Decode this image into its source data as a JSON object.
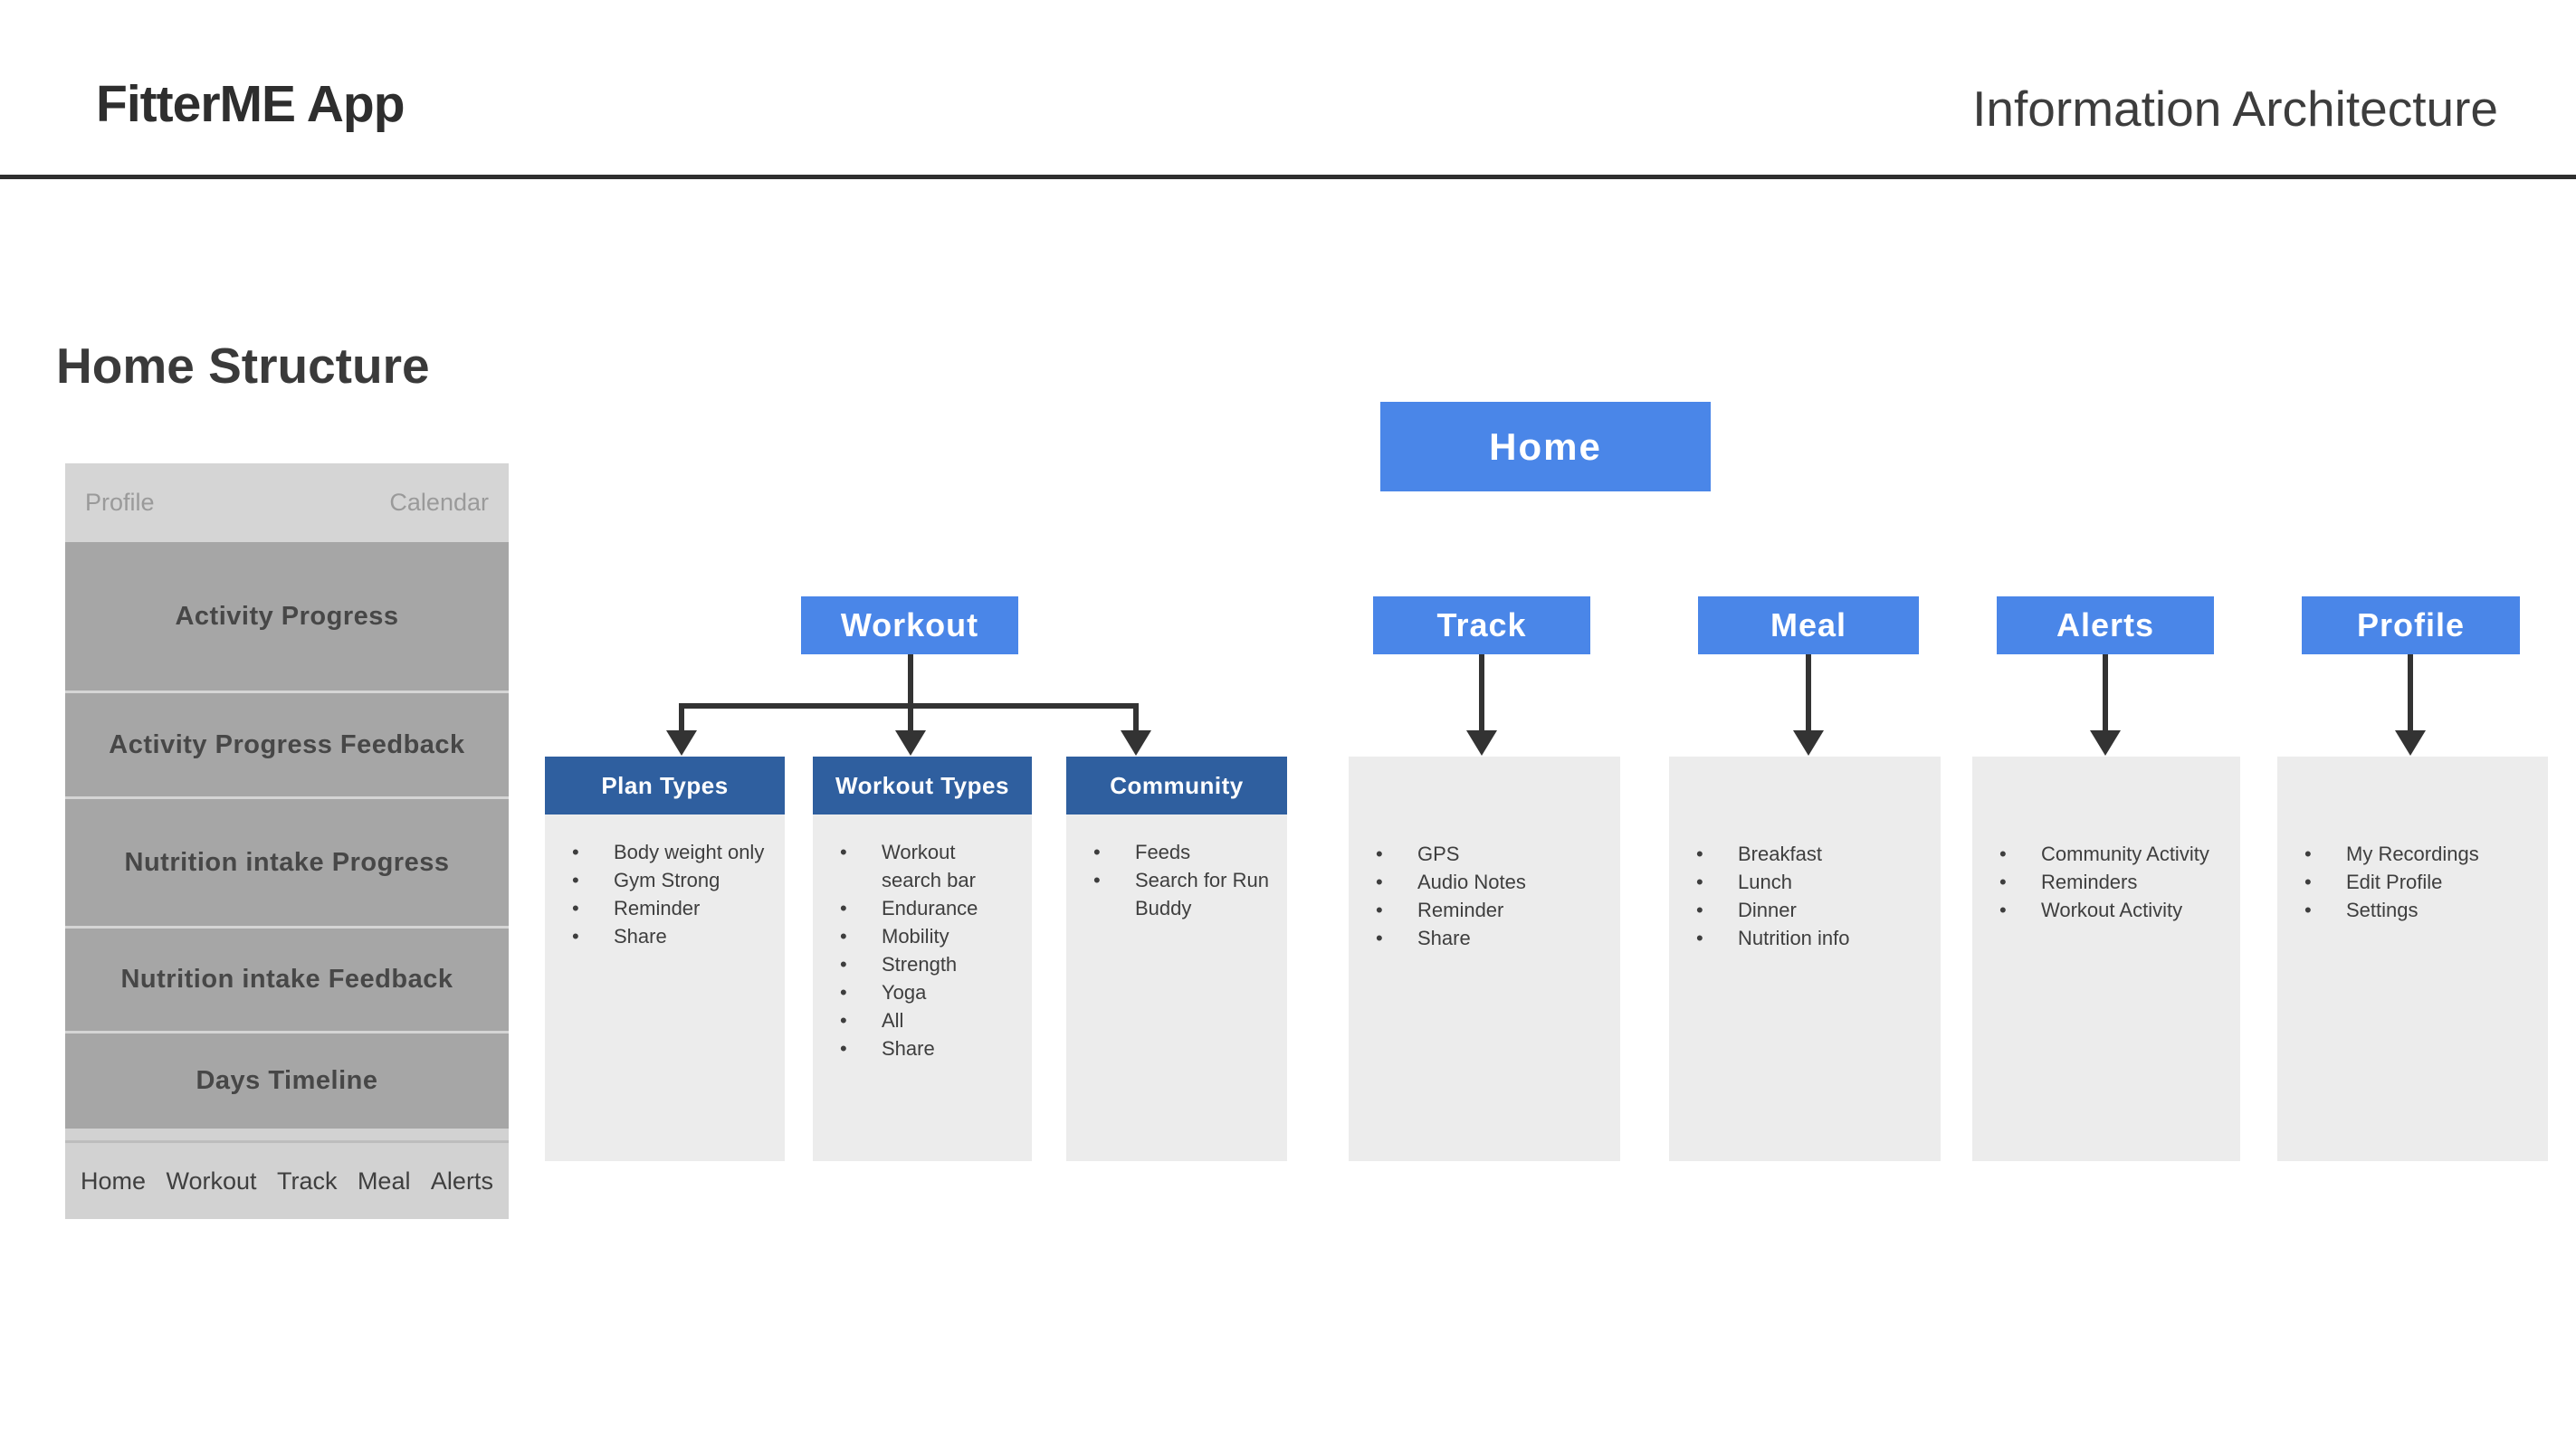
{
  "header": {
    "app_title": "FitterME App",
    "doc_title": "Information Architecture"
  },
  "section": {
    "title": "Home Structure"
  },
  "phone": {
    "top_bar": {
      "left": "Profile",
      "right": "Calendar"
    },
    "rows": [
      "Activity Progress",
      "Activity Progress Feedback",
      "Nutrition intake Progress",
      "Nutrition intake Feedback",
      "Days Timeline"
    ],
    "nav": [
      "Home",
      "Workout",
      "Track",
      "Meal",
      "Alerts"
    ]
  },
  "tree": {
    "root": {
      "label": "Home"
    },
    "workout": {
      "label": "Workout",
      "children": [
        {
          "label": "Plan Types",
          "items": [
            "Body weight only",
            "Gym Strong",
            "Reminder",
            "Share"
          ]
        },
        {
          "label": "Workout Types",
          "items": [
            "Workout search bar",
            "Endurance",
            "Mobility",
            "Strength",
            "Yoga",
            "All",
            "Share"
          ]
        },
        {
          "label": "Community",
          "items": [
            "Feeds",
            "Search for Run Buddy"
          ]
        }
      ]
    },
    "track": {
      "label": "Track",
      "items": [
        "GPS",
        "Audio Notes",
        "Reminder",
        "Share"
      ]
    },
    "meal": {
      "label": "Meal",
      "items": [
        "Breakfast",
        "Lunch",
        "Dinner",
        "Nutrition info"
      ]
    },
    "alerts": {
      "label": "Alerts",
      "items": [
        "Community Activity",
        "Reminders",
        "Workout Activity"
      ]
    },
    "profile": {
      "label": "Profile",
      "items": [
        "My Recordings",
        "Edit Profile",
        "Settings"
      ]
    }
  },
  "colors": {
    "accent_blue": "#4a86e8",
    "dark_header_blue": "#2f5f9f",
    "panel_gray": "#ececec",
    "phone_row_gray": "#a6a6a6",
    "phone_bar_gray": "#d5d5d5",
    "arrow_dark": "#333333"
  }
}
